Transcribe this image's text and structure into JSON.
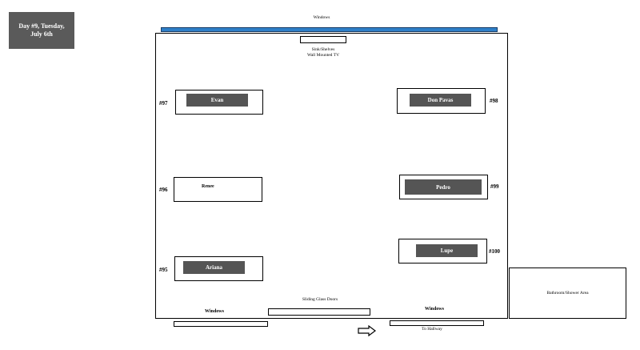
{
  "day_label": "Day #9, Tuesday,\nJuly 6th",
  "top_windows_label": "Windows",
  "sink_label_line1": "Sink/Shelves",
  "sink_label_line2": "Wall Mounted TV",
  "sliding_doors_label": "Sliding Glass Doors",
  "bottom_left_windows_label": "Windows",
  "bottom_right_windows_label": "Windows",
  "hallway_label": "To Hallway",
  "bathroom_label": "Bathroom/Shower Area",
  "beds": [
    {
      "number": "#97",
      "name": "Evan",
      "plate": true
    },
    {
      "number": "#96",
      "name": "Renee",
      "plate": false
    },
    {
      "number": "#95",
      "name": "Ariana",
      "plate": true
    },
    {
      "number": "#98",
      "name": "Don Pavas",
      "plate": true
    },
    {
      "number": "#99",
      "name": "Pedro",
      "plate": true
    },
    {
      "number": "#100",
      "name": "Lupe",
      "plate": true
    }
  ],
  "colors": {
    "window_bar": "#2e7fc7",
    "name_plate": "#555555",
    "day_label_bg": "#5a5a5a"
  }
}
